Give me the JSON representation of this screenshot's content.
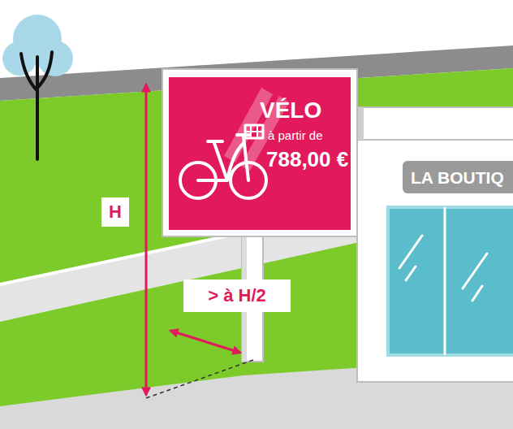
{
  "diagram": {
    "nodes": [
      {
        "text": [
          "VÉLO",
          "à partir de",
          "788,00 €"
        ]
      },
      {
        "text": [
          "LA BOUTIQ"
        ]
      }
    ],
    "labels": [
      "H",
      "> à H/2"
    ]
  }
}
